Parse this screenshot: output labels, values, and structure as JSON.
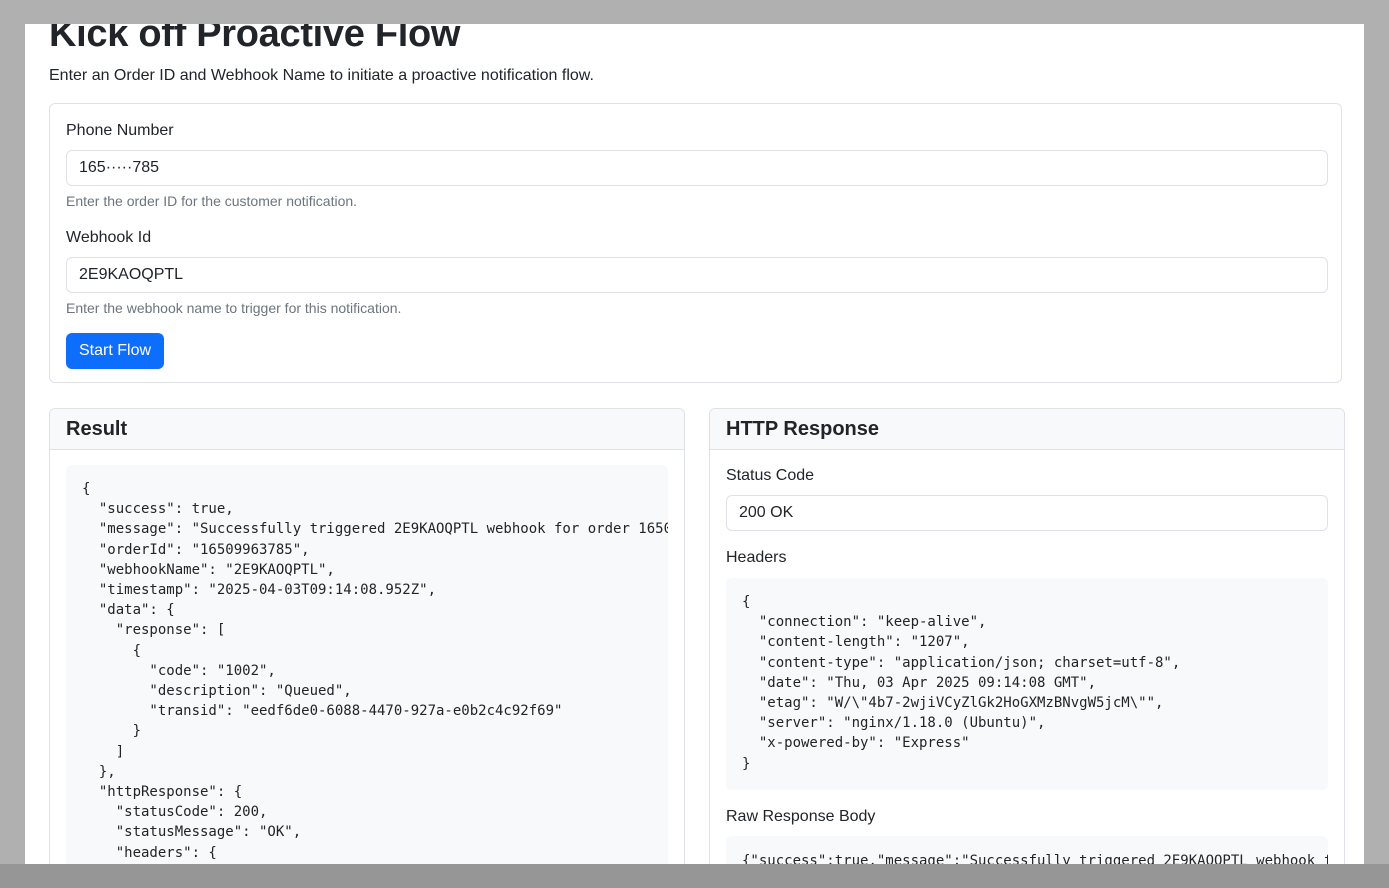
{
  "page": {
    "title": "Kick off Proactive Flow",
    "lead": "Enter an Order ID and Webhook Name to initiate a proactive notification flow."
  },
  "form": {
    "phone_label": "Phone Number",
    "phone_value": "165·····785",
    "phone_help": "Enter the order ID for the customer notification.",
    "webhook_label": "Webhook Id",
    "webhook_value": "2E9KAOQPTL",
    "webhook_help": "Enter the webhook name to trigger for this notification.",
    "submit_label": "Start Flow"
  },
  "result": {
    "header": "Result",
    "json_text": "{\n  \"success\": true,\n  \"message\": \"Successfully triggered 2E9KAOQPTL webhook for order 16509963785\",\n  \"orderId\": \"16509963785\",\n  \"webhookName\": \"2E9KAOQPTL\",\n  \"timestamp\": \"2025-04-03T09:14:08.952Z\",\n  \"data\": {\n    \"response\": [\n      {\n        \"code\": \"1002\",\n        \"description\": \"Queued\",\n        \"transid\": \"eedf6de0-6088-4470-927a-e0b2c4c92f69\"\n      }\n    ]\n  },\n  \"httpResponse\": {\n    \"statusCode\": 200,\n    \"statusMessage\": \"OK\",\n    \"headers\": {\n      \"date\": \"Thu, 03 Apr 2025 09:14:08 GMT\","
  },
  "http": {
    "header": "HTTP Response",
    "status_label": "Status Code",
    "status_value": "200 OK",
    "headers_label": "Headers",
    "headers_text": "{\n  \"connection\": \"keep-alive\",\n  \"content-length\": \"1207\",\n  \"content-type\": \"application/json; charset=utf-8\",\n  \"date\": \"Thu, 03 Apr 2025 09:14:08 GMT\",\n  \"etag\": \"W/\\\"4b7-2wjiVCyZlGk2HoGXMzBNvgW5jcM\\\"\",\n  \"server\": \"nginx/1.18.0 (Ubuntu)\",\n  \"x-powered-by\": \"Express\"\n}",
    "raw_label": "Raw Response Body",
    "raw_text": "{\"success\":true,\"message\":\"Successfully triggered 2E9KAOQPTL webhook for order 16509963785\"}"
  },
  "colors": {
    "primary": "#0d6efd",
    "border": "#dee2e6",
    "muted_text": "#6c757d",
    "code_bg": "#f8f9fa"
  }
}
